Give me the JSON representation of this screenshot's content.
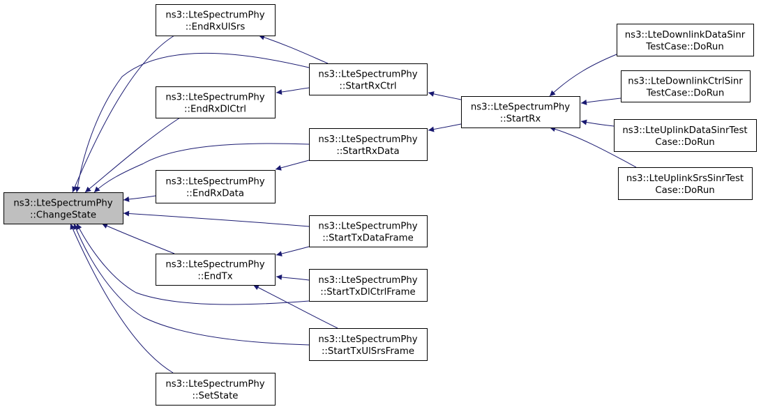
{
  "colors": {
    "edge": "#191970",
    "node_border": "#000000",
    "node_fill": "#ffffff",
    "focus_fill": "#bfbfbf"
  },
  "nodes": [
    {
      "id": "change-state",
      "line1": "ns3::LteSpectrumPhy",
      "line2": "::ChangeState",
      "focus": true
    },
    {
      "id": "end-rx-ul-srs",
      "line1": "ns3::LteSpectrumPhy",
      "line2": "::EndRxUlSrs"
    },
    {
      "id": "end-rx-dl-ctrl",
      "line1": "ns3::LteSpectrumPhy",
      "line2": "::EndRxDlCtrl"
    },
    {
      "id": "end-rx-data",
      "line1": "ns3::LteSpectrumPhy",
      "line2": "::EndRxData"
    },
    {
      "id": "end-tx",
      "line1": "ns3::LteSpectrumPhy",
      "line2": "::EndTx"
    },
    {
      "id": "set-state",
      "line1": "ns3::LteSpectrumPhy",
      "line2": "::SetState"
    },
    {
      "id": "start-rx-ctrl",
      "line1": "ns3::LteSpectrumPhy",
      "line2": "::StartRxCtrl"
    },
    {
      "id": "start-rx-data",
      "line1": "ns3::LteSpectrumPhy",
      "line2": "::StartRxData"
    },
    {
      "id": "start-tx-data-frame",
      "line1": "ns3::LteSpectrumPhy",
      "line2": "::StartTxDataFrame"
    },
    {
      "id": "start-tx-dl-ctrl-frame",
      "line1": "ns3::LteSpectrumPhy",
      "line2": "::StartTxDlCtrlFrame"
    },
    {
      "id": "start-tx-ul-srs-frame",
      "line1": "ns3::LteSpectrumPhy",
      "line2": "::StartTxUlSrsFrame"
    },
    {
      "id": "start-rx",
      "line1": "ns3::LteSpectrumPhy",
      "line2": "::StartRx"
    },
    {
      "id": "dl-data-sinr",
      "line1": "ns3::LteDownlinkDataSinr",
      "line2": "TestCase::DoRun"
    },
    {
      "id": "dl-ctrl-sinr",
      "line1": "ns3::LteDownlinkCtrlSinr",
      "line2": "TestCase::DoRun"
    },
    {
      "id": "ul-data-sinr",
      "line1": "ns3::LteUplinkDataSinrTest",
      "line2": "Case::DoRun"
    },
    {
      "id": "ul-srs-sinr",
      "line1": "ns3::LteUplinkSrsSinrTest",
      "line2": "Case::DoRun"
    }
  ],
  "edges": [
    {
      "from": "end-rx-ul-srs",
      "to": "change-state"
    },
    {
      "from": "end-rx-dl-ctrl",
      "to": "change-state"
    },
    {
      "from": "end-rx-data",
      "to": "change-state"
    },
    {
      "from": "end-tx",
      "to": "change-state"
    },
    {
      "from": "set-state",
      "to": "change-state"
    },
    {
      "from": "start-rx-ctrl",
      "to": "change-state"
    },
    {
      "from": "start-rx-data",
      "to": "change-state"
    },
    {
      "from": "start-tx-data-frame",
      "to": "change-state"
    },
    {
      "from": "start-tx-dl-ctrl-frame",
      "to": "change-state"
    },
    {
      "from": "start-tx-ul-srs-frame",
      "to": "change-state"
    },
    {
      "from": "start-rx-ctrl",
      "to": "end-rx-ul-srs"
    },
    {
      "from": "start-rx-ctrl",
      "to": "end-rx-dl-ctrl"
    },
    {
      "from": "start-rx-data",
      "to": "end-rx-data"
    },
    {
      "from": "start-tx-data-frame",
      "to": "end-tx"
    },
    {
      "from": "start-tx-dl-ctrl-frame",
      "to": "end-tx"
    },
    {
      "from": "start-tx-ul-srs-frame",
      "to": "end-tx"
    },
    {
      "from": "start-rx",
      "to": "start-rx-ctrl"
    },
    {
      "from": "start-rx",
      "to": "start-rx-data"
    },
    {
      "from": "dl-data-sinr",
      "to": "start-rx"
    },
    {
      "from": "dl-ctrl-sinr",
      "to": "start-rx"
    },
    {
      "from": "ul-data-sinr",
      "to": "start-rx"
    },
    {
      "from": "ul-srs-sinr",
      "to": "start-rx"
    }
  ]
}
